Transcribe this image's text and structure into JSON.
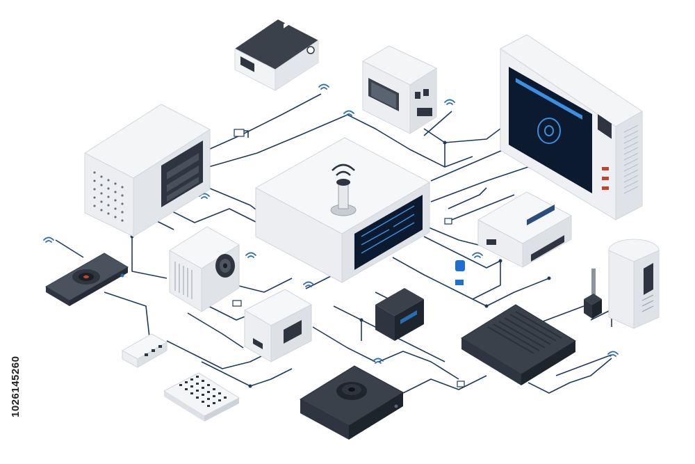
{
  "diagram": {
    "stock_id": "1026145260",
    "colors": {
      "background": "#ffffff",
      "wire": "#1b3a5c",
      "wifi_signal": "#2a6db5",
      "device_light": "#f4f5f7",
      "device_side": "#d8dce2",
      "device_dark": "#2e3540",
      "screen": "#0b1a2e",
      "screen_accent": "#3b8fe0",
      "accent_blue": "#1f6fd1"
    },
    "nodes": [
      {
        "name": "central-hub",
        "icon": "antenna-icon"
      },
      {
        "name": "display-monitor",
        "icon": "target-icon"
      },
      {
        "name": "tower-server",
        "icon": "drive-bay-icon"
      },
      {
        "name": "top-media-box",
        "icon": "projector-icon"
      },
      {
        "name": "printer-unit",
        "icon": "printer-icon"
      },
      {
        "name": "router-box",
        "icon": "router-icon"
      },
      {
        "name": "white-speaker",
        "icon": "speaker-icon"
      },
      {
        "name": "small-white-cube",
        "icon": "port-icon"
      },
      {
        "name": "dark-speaker-pad",
        "icon": "speaker-icon"
      },
      {
        "name": "dark-camera",
        "icon": "camera-icon"
      },
      {
        "name": "set-top-box",
        "icon": "vent-icon"
      },
      {
        "name": "dark-puck-speaker",
        "icon": "speaker-icon"
      },
      {
        "name": "white-tower",
        "icon": "vent-icon"
      },
      {
        "name": "usb-dongle",
        "icon": "usb-icon"
      },
      {
        "name": "usb-hub",
        "icon": "usb-icon"
      },
      {
        "name": "keyboard",
        "icon": "keyboard-icon"
      },
      {
        "name": "wifi-pin",
        "icon": "location-pin-icon"
      }
    ]
  }
}
